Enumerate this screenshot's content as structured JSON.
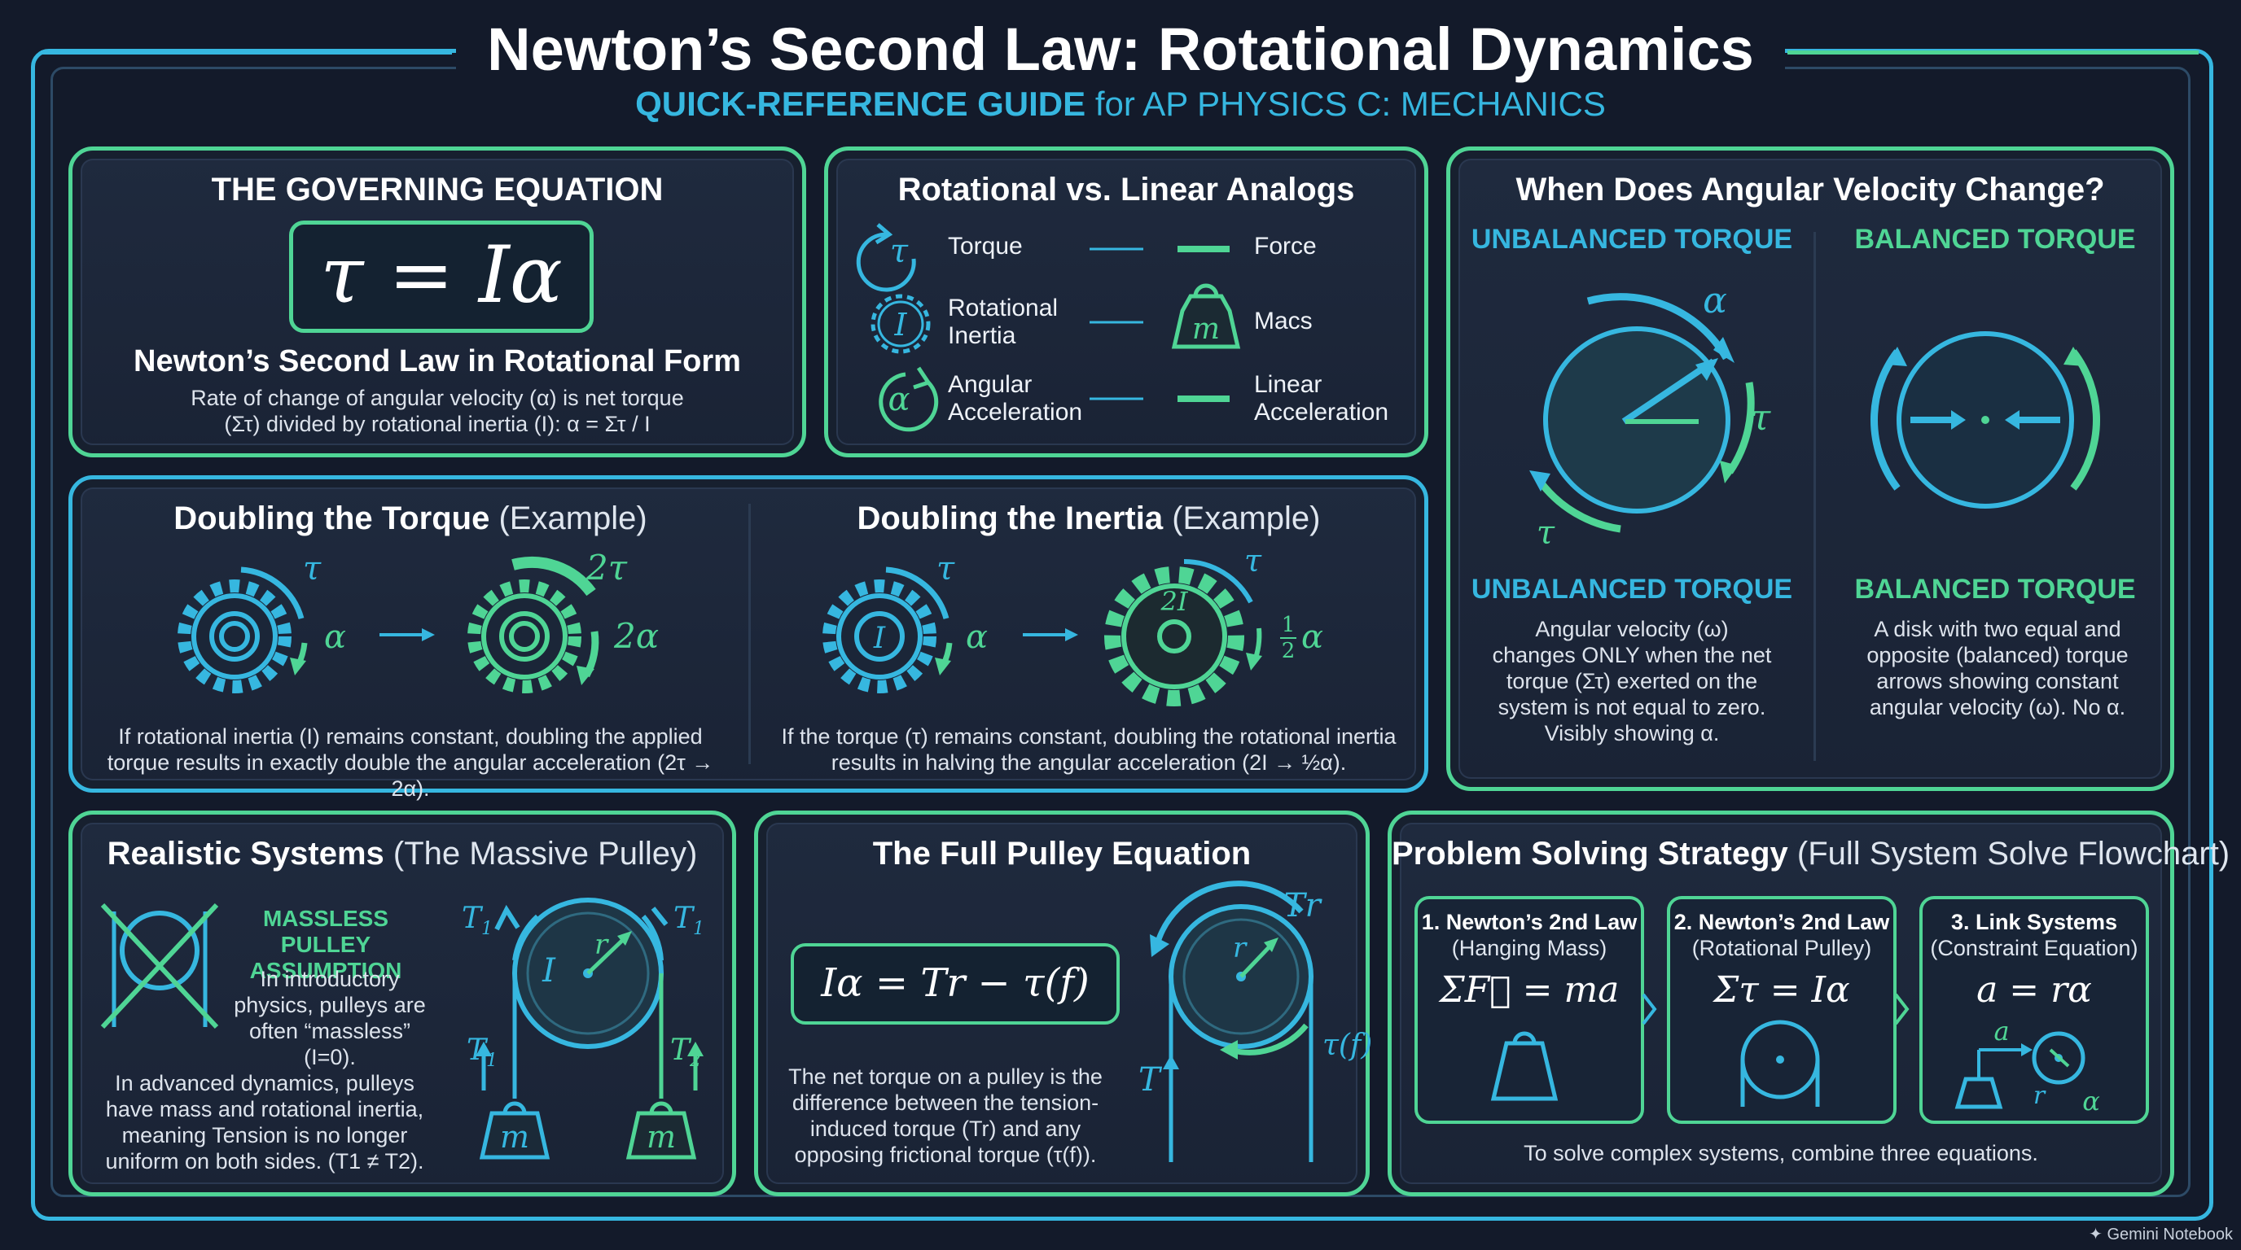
{
  "header": {
    "title": "Newton’s Second Law: Rotational Dynamics",
    "subtitle_bold": "QUICK-REFERENCE GUIDE",
    "subtitle_rest": " for AP PHYSICS C: MECHANICS"
  },
  "governing": {
    "title": "THE GOVERNING EQUATION",
    "equation": "τ = Iα",
    "heading": "Newton’s Second Law in Rotational Form",
    "description": "Rate of change of angular velocity (α) is net torque (Στ) divided by rotational inertia (I): α = Στ / I"
  },
  "analogs": {
    "title": "Rotational vs. Linear Analogs",
    "rows": [
      {
        "rotational": "Torque",
        "linear": "Force",
        "rot_symbol": "τ",
        "lin_icon": "line-icon"
      },
      {
        "rotational": "Rotational Inertia",
        "linear": "Macs",
        "rot_symbol": "I",
        "lin_symbol": "m"
      },
      {
        "rotational": "Angular Acceleration",
        "linear": "Linear Acceleration",
        "rot_symbol": "α",
        "lin_icon": "line-icon"
      }
    ]
  },
  "angular_change": {
    "title": "When Does Angular Velocity Change?",
    "left_heading": "UNBALANCED TORQUE",
    "right_heading": "BALANCED TORQUE",
    "left_label": "UNBALANCED TORQUE",
    "right_label": "BALANCED TORQUE",
    "left_text": "Angular velocity (ω) changes ONLY when the net torque (Στ) exerted on the system is not equal to zero. Visibly showing α.",
    "right_text": "A disk with two equal and opposite (balanced) torque arrows showing constant angular velocity (ω). No α.",
    "sym_alpha": "α",
    "sym_tau": "τ",
    "sym_tau2": "τ"
  },
  "doubling_torque": {
    "title": "Doubling the Torque",
    "title_suffix": " (Example)",
    "before_tau": "τ",
    "before_alpha": "α",
    "after_tau": "2τ",
    "after_alpha": "2α",
    "text": "If rotational inertia (I) remains constant, doubling the applied torque results in exactly double the angular acceleration (2τ → 2α)."
  },
  "doubling_inertia": {
    "title": "Doubling the Inertia",
    "title_suffix": " (Example)",
    "before_tau": "τ",
    "before_I": "I",
    "before_alpha": "α",
    "after_tau": "τ",
    "after_I": "2I",
    "after_alpha": "α",
    "text": "If the torque (τ) remains constant, doubling the rotational inertia results in halving the angular acceleration (2I → ½α)."
  },
  "realistic": {
    "title": "Realistic Systems",
    "title_suffix": " (The Massive Pulley)",
    "massless_heading": "MASSLESS PULLEY ASSUMPTION",
    "massless_text": "In introductory physics, pulleys are often “massless” (I=0).",
    "advanced_text": "In advanced dynamics, pulleys have mass and rotational inertia, meaning Tension is no longer uniform on both sides. (T1 ≠ T2).",
    "labels": {
      "I": "I",
      "r": "r",
      "m": "m"
    }
  },
  "full_pulley": {
    "title": "The Full Pulley Equation",
    "equation": "Iα = Tr − τ(f)",
    "text": "The net torque on a pulley is the difference between the tension-induced torque (Tr) and any opposing frictional torque (τ(f)).",
    "labels": {
      "Tr": "Tr",
      "r": "r",
      "tf": "τ(f)",
      "T": "T"
    }
  },
  "strategy": {
    "title": "Problem Solving Strategy",
    "title_suffix": " (Full System Solve Flowchart)",
    "steps": [
      {
        "heading": "1. Newton’s 2nd Law",
        "sub": "(Hanging Mass)",
        "equation": "ΣF⃗ = ma"
      },
      {
        "heading": "2. Newton’s 2nd Law",
        "sub": "(Rotational Pulley)",
        "equation": "Στ = Iα"
      },
      {
        "heading": "3. Link Systems",
        "sub": "(Constraint Equation)",
        "equation": "a = rα"
      }
    ],
    "link_labels": {
      "a": "a",
      "r": "r",
      "alpha": "α"
    },
    "footer": "To solve complex systems, combine three equations."
  },
  "branding": "Gemini Notebook",
  "colors": {
    "cyan": "#36b7e0",
    "green": "#4fd595",
    "background": "#131a2a"
  }
}
